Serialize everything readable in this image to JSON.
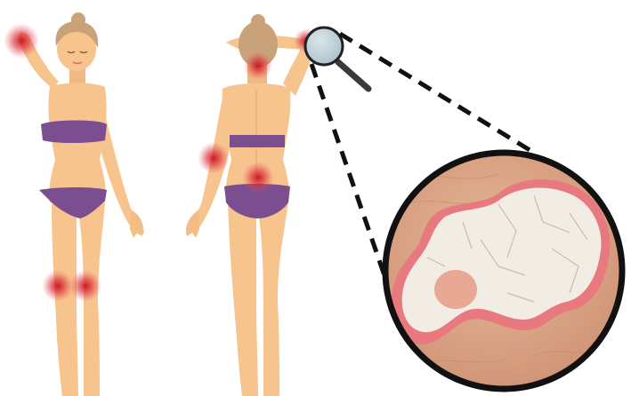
{
  "illustration": {
    "figures": [
      {
        "view": "front",
        "icon": "woman-front-icon"
      },
      {
        "view": "back",
        "icon": "woman-back-icon"
      }
    ],
    "highlighted_areas": {
      "front": [
        "elbow-right",
        "knee-left",
        "knee-right"
      ],
      "back": [
        "neck-nape",
        "elbow-left",
        "lower-back",
        "elbow-right"
      ]
    },
    "magnifier": {
      "icon": "magnifying-glass-icon"
    },
    "closeup": {
      "icon": "psoriasis-plaque-closeup"
    }
  },
  "colors": {
    "background": "#ffffff",
    "skin": "#f7c48e",
    "swimwear": "#7b4f8f",
    "hair": "#c9a27a",
    "spot": "#d0202a",
    "plaque_border": "#e8797e",
    "plaque_scale": "#f1ece4",
    "closeup_frame": "#111111"
  }
}
